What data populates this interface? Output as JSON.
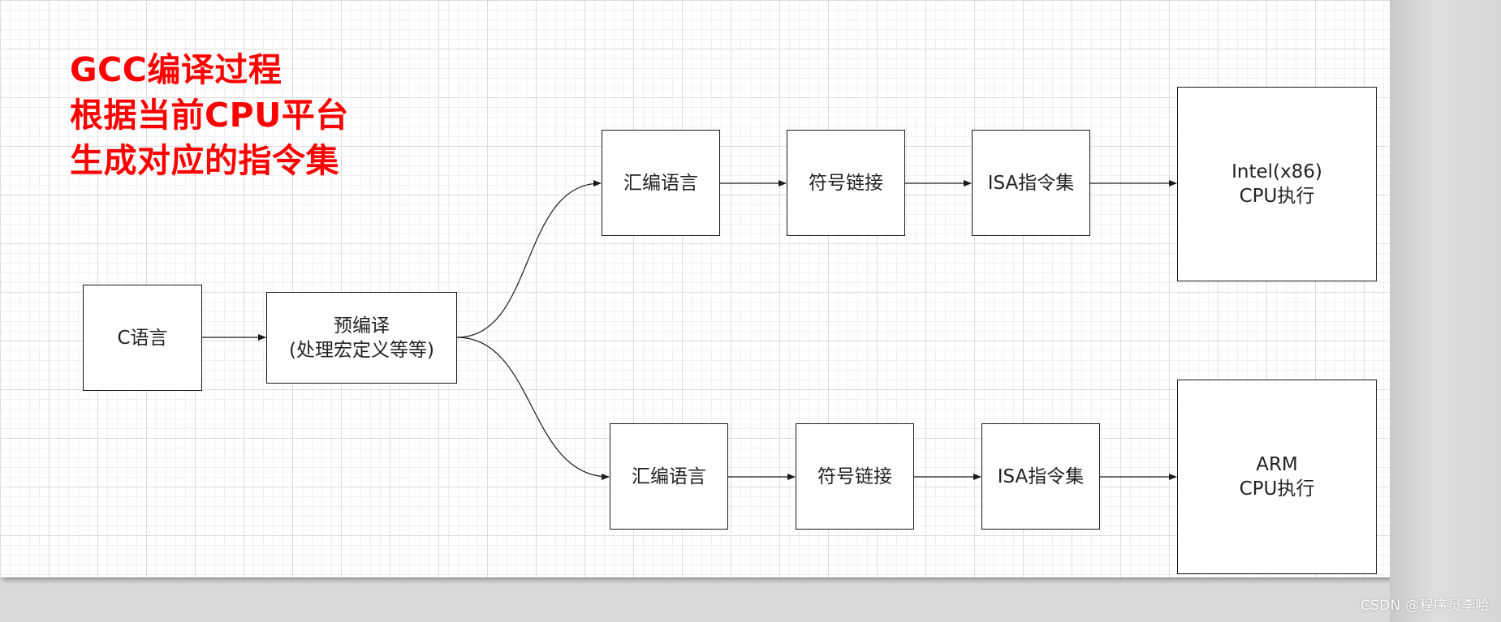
{
  "title_lines": [
    "GCC编译过程",
    "根据当前CPU平台",
    "生成对应的指令集"
  ],
  "nodes": {
    "c_language": {
      "label": "C语言"
    },
    "precompile": {
      "line1": "预编译",
      "line2": "(处理宏定义等等)"
    },
    "top": {
      "assembly": "汇编语言",
      "linking": "符号链接",
      "isa": "ISA指令集",
      "cpu_line1": "Intel(x86)",
      "cpu_line2": "CPU执行"
    },
    "bottom": {
      "assembly": "汇编语言",
      "linking": "符号链接",
      "isa": "ISA指令集",
      "cpu_line1": "ARM",
      "cpu_line2": "CPU执行"
    }
  },
  "watermark": "CSDN @程序员李哈",
  "colors": {
    "title": "#ff0000",
    "stroke": "#1a1a1a",
    "text": "#222222"
  }
}
